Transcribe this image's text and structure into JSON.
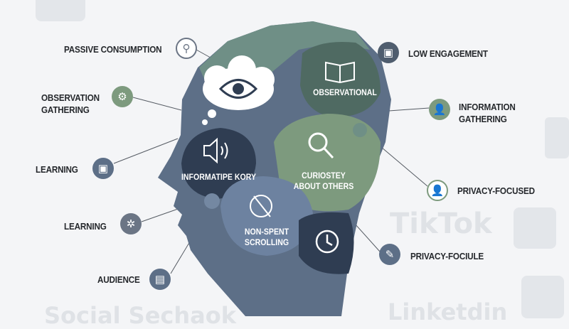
{
  "background_watermarks": [
    "TikTok",
    "Social Sechaok",
    "Linketdin"
  ],
  "inside_head": {
    "observational": "OBSERVATIONAL",
    "informatipe": "INFORMATIPE KORY",
    "curiosity": "CURIOSTEY ABOUT OTHERS",
    "scrolling": "NON-SPENT SCROLLING"
  },
  "left_labels": [
    {
      "text": "PASSIVE CONSUMPTION",
      "icon": "search-people-icon"
    },
    {
      "text": "OBSERVATION GATHERING",
      "icon": "gear-icon"
    },
    {
      "text": "LEARNING",
      "icon": "image-icon"
    },
    {
      "text": "LEARNING",
      "icon": "gear-dots-icon"
    },
    {
      "text": "AUDIENCE",
      "icon": "clipboard-icon"
    }
  ],
  "right_labels": [
    {
      "text": "LOW ENGAGEMENT",
      "icon": "image-icon"
    },
    {
      "text": "INFORMATION GATHERING",
      "icon": "user-icon"
    },
    {
      "text": "PRIVACY-FOCUSED",
      "icon": "user-icon"
    },
    {
      "text": "PRIVACY-FOCIULE",
      "icon": "pen-icon"
    }
  ],
  "colors": {
    "slate": "#5d6f87",
    "navy": "#2f3d52",
    "green": "#7d9a7e",
    "dark_green": "#4f6a62",
    "teal": "#6f8f86"
  }
}
